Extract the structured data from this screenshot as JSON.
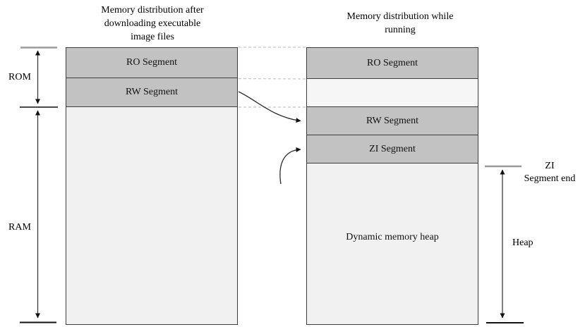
{
  "titles": {
    "left": "Memory distribution after\ndownloading executable\nimage files",
    "right": "Memory distribution while\nrunning"
  },
  "left_panel": {
    "ro_label": "RO Segment",
    "rw_label": "RW Segment"
  },
  "right_panel": {
    "ro_label": "RO Segment",
    "rw_label": "RW Segment",
    "zi_label": "ZI Segment",
    "heap_label": "Dynamic memory heap"
  },
  "side_labels": {
    "rom": "ROM",
    "ram": "RAM",
    "zi_end": "ZI\nSegment end",
    "heap": "Heap"
  },
  "colors": {
    "segment_fill": "#c2c2c2",
    "panel_fill": "#f1f1f1",
    "gap_fill": "#f6f6f6",
    "border": "#3d3d3d",
    "dashed_line": "#c6c6c6",
    "tick_gray": "#9a9a9a",
    "arrow": "#3a3a3a"
  }
}
